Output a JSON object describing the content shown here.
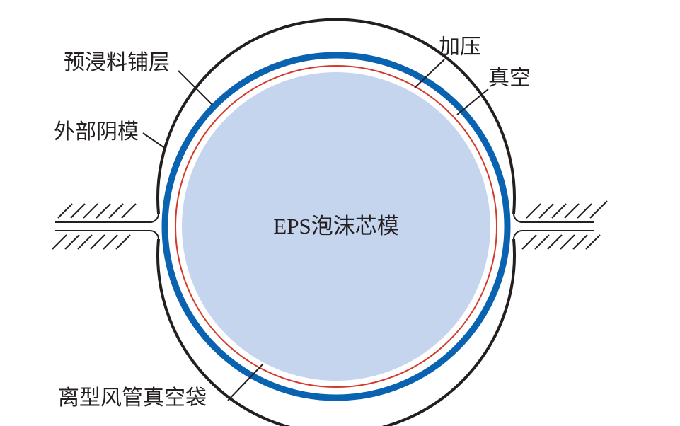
{
  "labels": {
    "core": "EPS泡沫芯模",
    "prepreg_layer": "预浸料铺层",
    "external_mold": "外部阴模",
    "pressurization": "加压",
    "vacuum": "真空",
    "release_bag": "离型风管真空袋"
  },
  "colors": {
    "core_fill": "#c6d5ee",
    "prepreg_blue": "#0a63b0",
    "vacuum_bag_red": "#d23a2a",
    "mold_black": "#231f20"
  }
}
